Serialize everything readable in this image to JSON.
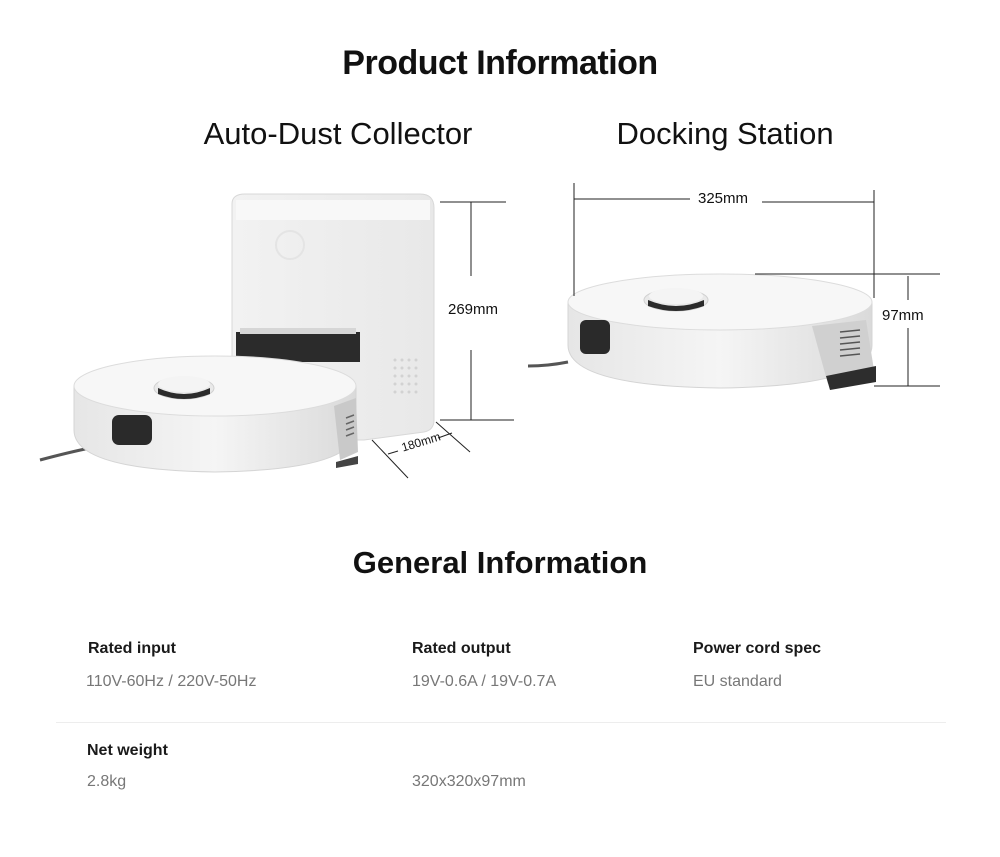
{
  "header": {
    "title": "Product Information"
  },
  "products": {
    "auto_dust_collector": {
      "title": "Auto-Dust Collector",
      "height_label": "269mm",
      "depth_label": "180mm"
    },
    "docking_station": {
      "title": "Docking Station",
      "width_label": "325mm",
      "height_label": "97mm"
    }
  },
  "general": {
    "title": "General Information",
    "rows": [
      {
        "items": [
          {
            "label": "Rated input",
            "value": "110V-60Hz / 220V-50Hz"
          },
          {
            "label": "Rated output",
            "value": "19V-0.6A / 19V-0.7A"
          },
          {
            "label": "Power cord spec",
            "value": "EU standard"
          }
        ]
      },
      {
        "items": [
          {
            "label": "Net weight",
            "value": "2.8kg"
          },
          {
            "label": "",
            "value": "320x320x97mm"
          }
        ]
      }
    ]
  }
}
